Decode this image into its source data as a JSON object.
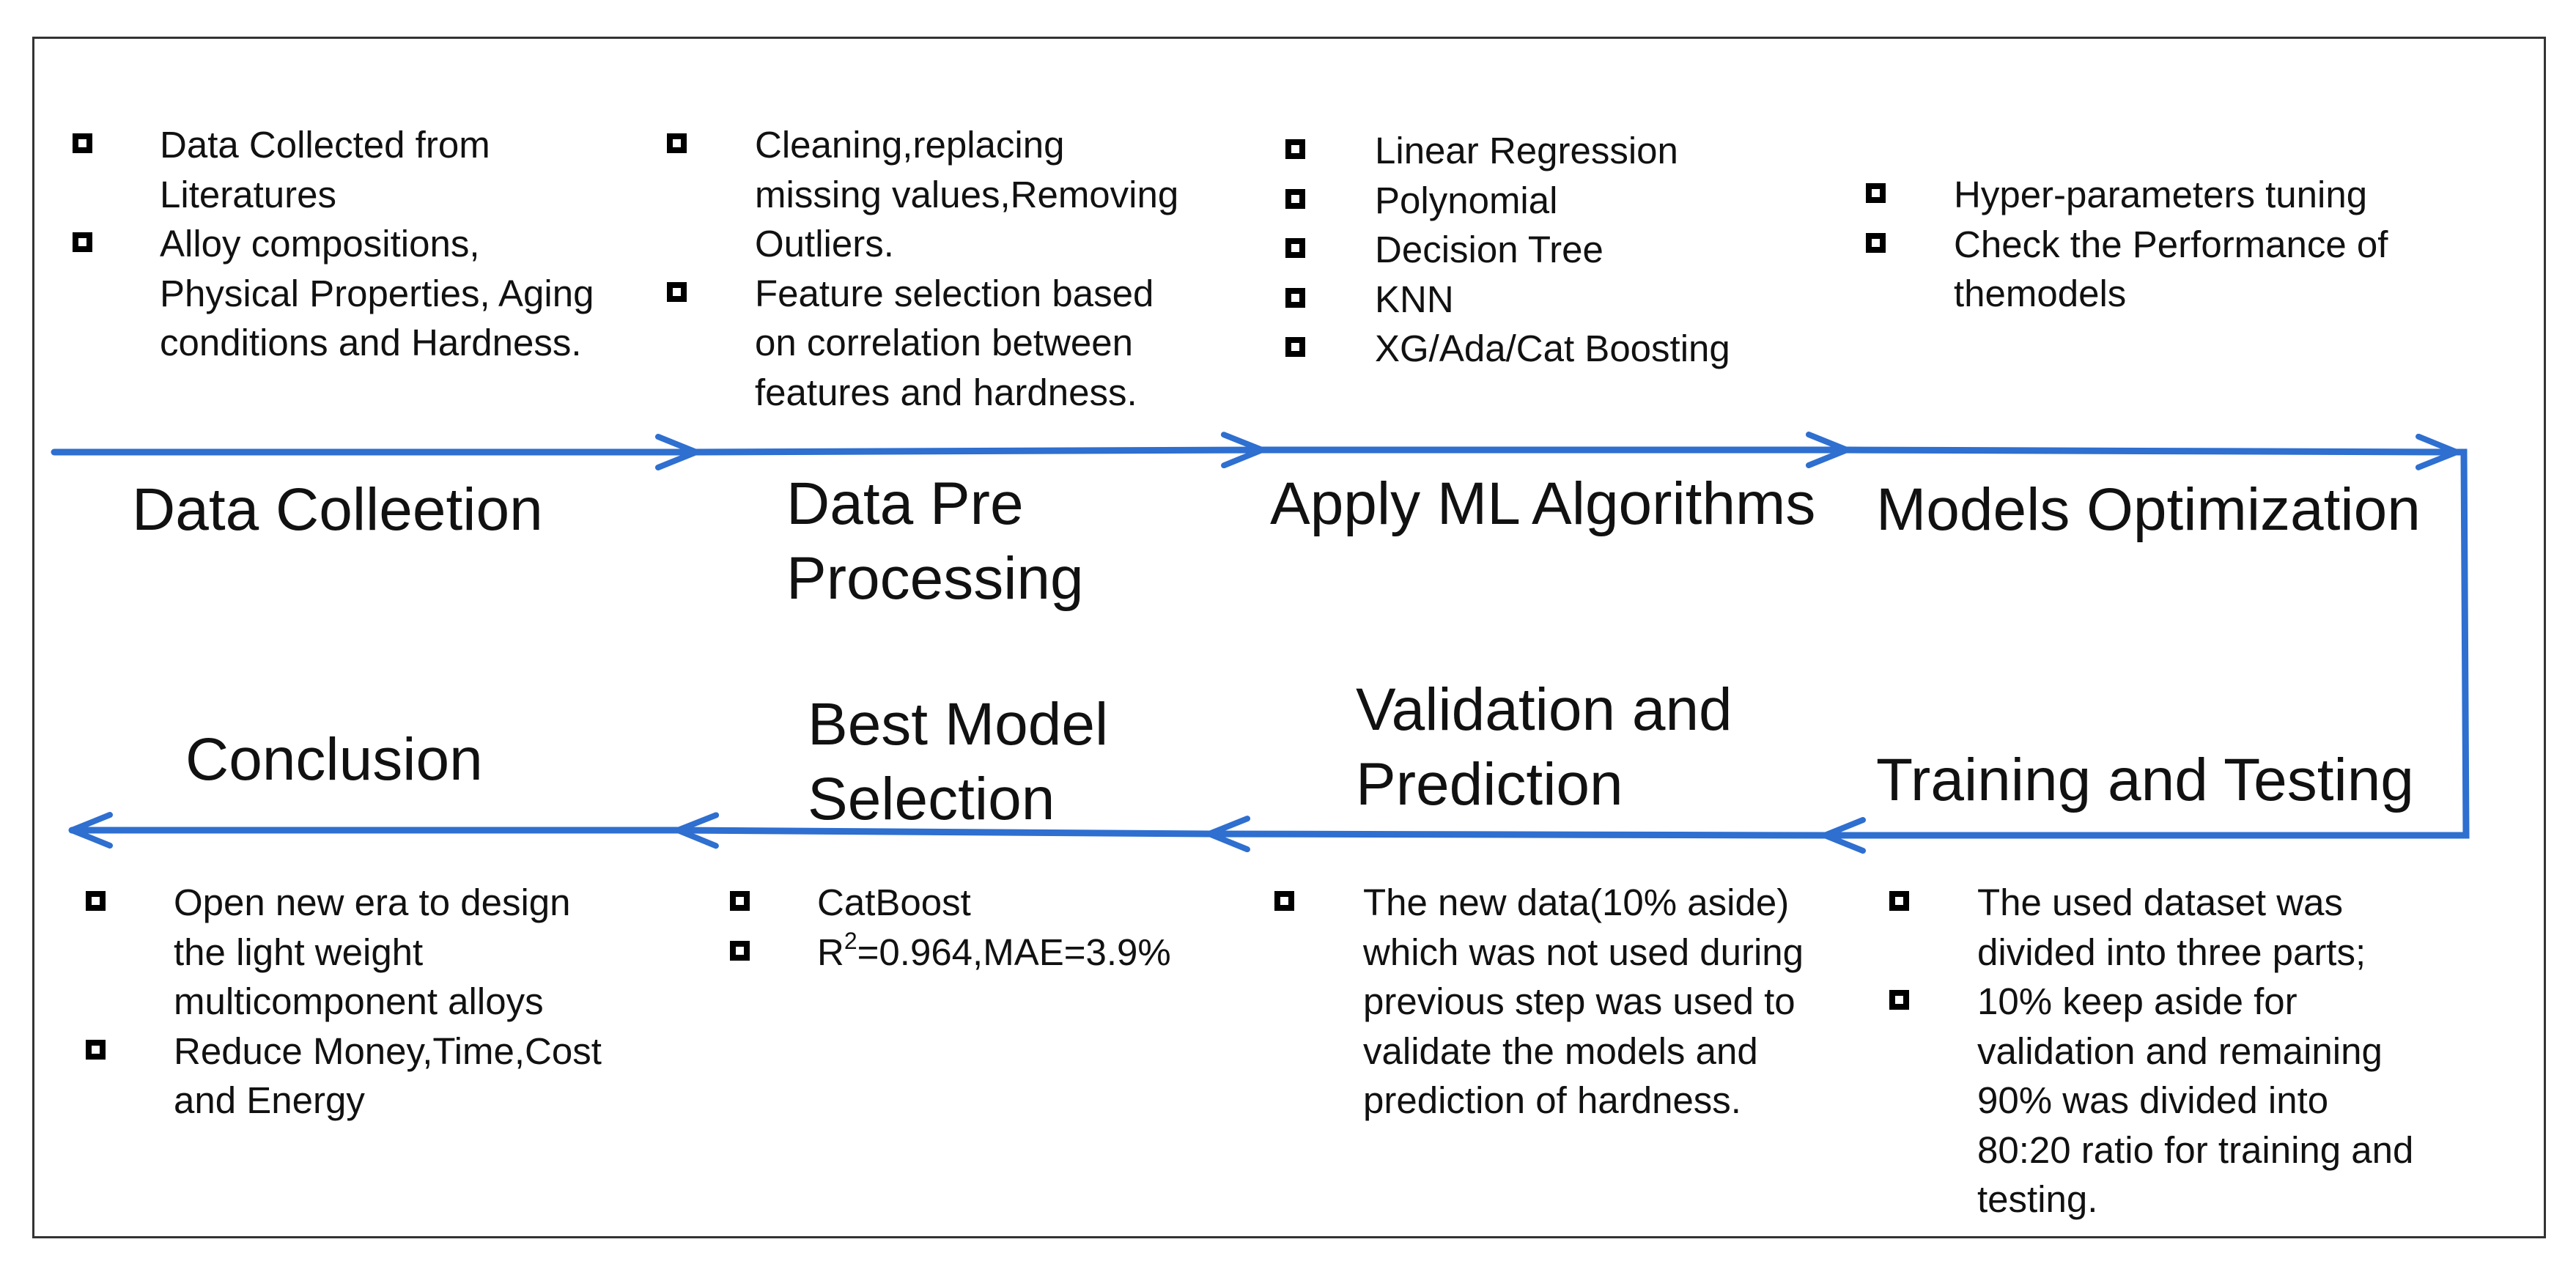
{
  "colors": {
    "arrow": "#2E6FD0",
    "frame": "#333333",
    "text": "#111111",
    "bullet": "#000000"
  },
  "stages": {
    "data_collection": {
      "title": "Data Colleetion"
    },
    "data_preprocessing": {
      "title_line1": "Data Pre",
      "title_line2": "Processing"
    },
    "apply_ml": {
      "title": "Apply ML Algorithms"
    },
    "models_optimization": {
      "title": "Models Optimization"
    },
    "training_testing": {
      "title": "Training and Testing"
    },
    "validation_prediction": {
      "title_line1": "Validation and",
      "title_line2": "Prediction"
    },
    "best_model": {
      "title_line1": "Best Model",
      "title_line2": "Selection"
    },
    "conclusion": {
      "title": "Conclusion"
    }
  },
  "bullets": {
    "data_collection": [
      {
        "lines": [
          "Data Collected from",
          "Literatures"
        ]
      },
      {
        "lines": [
          "Alloy compositions,",
          "Physical Properties, Aging",
          "conditions and Hardness."
        ]
      }
    ],
    "data_preprocessing": [
      {
        "lines": [
          "Cleaning,replacing",
          "missing values,Removing",
          "Outliers."
        ]
      },
      {
        "lines": [
          "Feature selection based",
          "on correlation between",
          "features and hardness."
        ]
      }
    ],
    "apply_ml": [
      {
        "lines": [
          "Linear Regression"
        ]
      },
      {
        "lines": [
          "Polynomial"
        ]
      },
      {
        "lines": [
          "Decision Tree"
        ]
      },
      {
        "lines": [
          "KNN"
        ]
      },
      {
        "lines": [
          "XG/Ada/Cat Boosting"
        ]
      }
    ],
    "models_optimization": [
      {
        "lines": [
          "Hyper-parameters tuning"
        ]
      },
      {
        "lines": [
          "Check the Performance of",
          "themodels"
        ]
      }
    ],
    "training_testing": [
      {
        "lines": [
          "The used dataset was",
          "divided into three parts;"
        ]
      },
      {
        "lines": [
          "10% keep aside for",
          "validation and remaining",
          "90% was divided into",
          "80:20 ratio for training and",
          "testing."
        ]
      }
    ],
    "validation_prediction": [
      {
        "lines": [
          "The new data(10% aside)",
          "which was not used during",
          "previous step was used to",
          "validate the models and",
          "prediction of hardness."
        ]
      }
    ],
    "best_model": [
      {
        "lines": [
          "CatBoost"
        ]
      },
      {
        "prefix": "R",
        "sup": "2",
        "rest": "=0.964,MAE=3.9%"
      }
    ],
    "conclusion": [
      {
        "lines": [
          "Open new era to design",
          "the light weight",
          "multicomponent alloys"
        ]
      },
      {
        "lines": [
          "Reduce Money,Time,Cost",
          "and Energy"
        ]
      }
    ]
  }
}
